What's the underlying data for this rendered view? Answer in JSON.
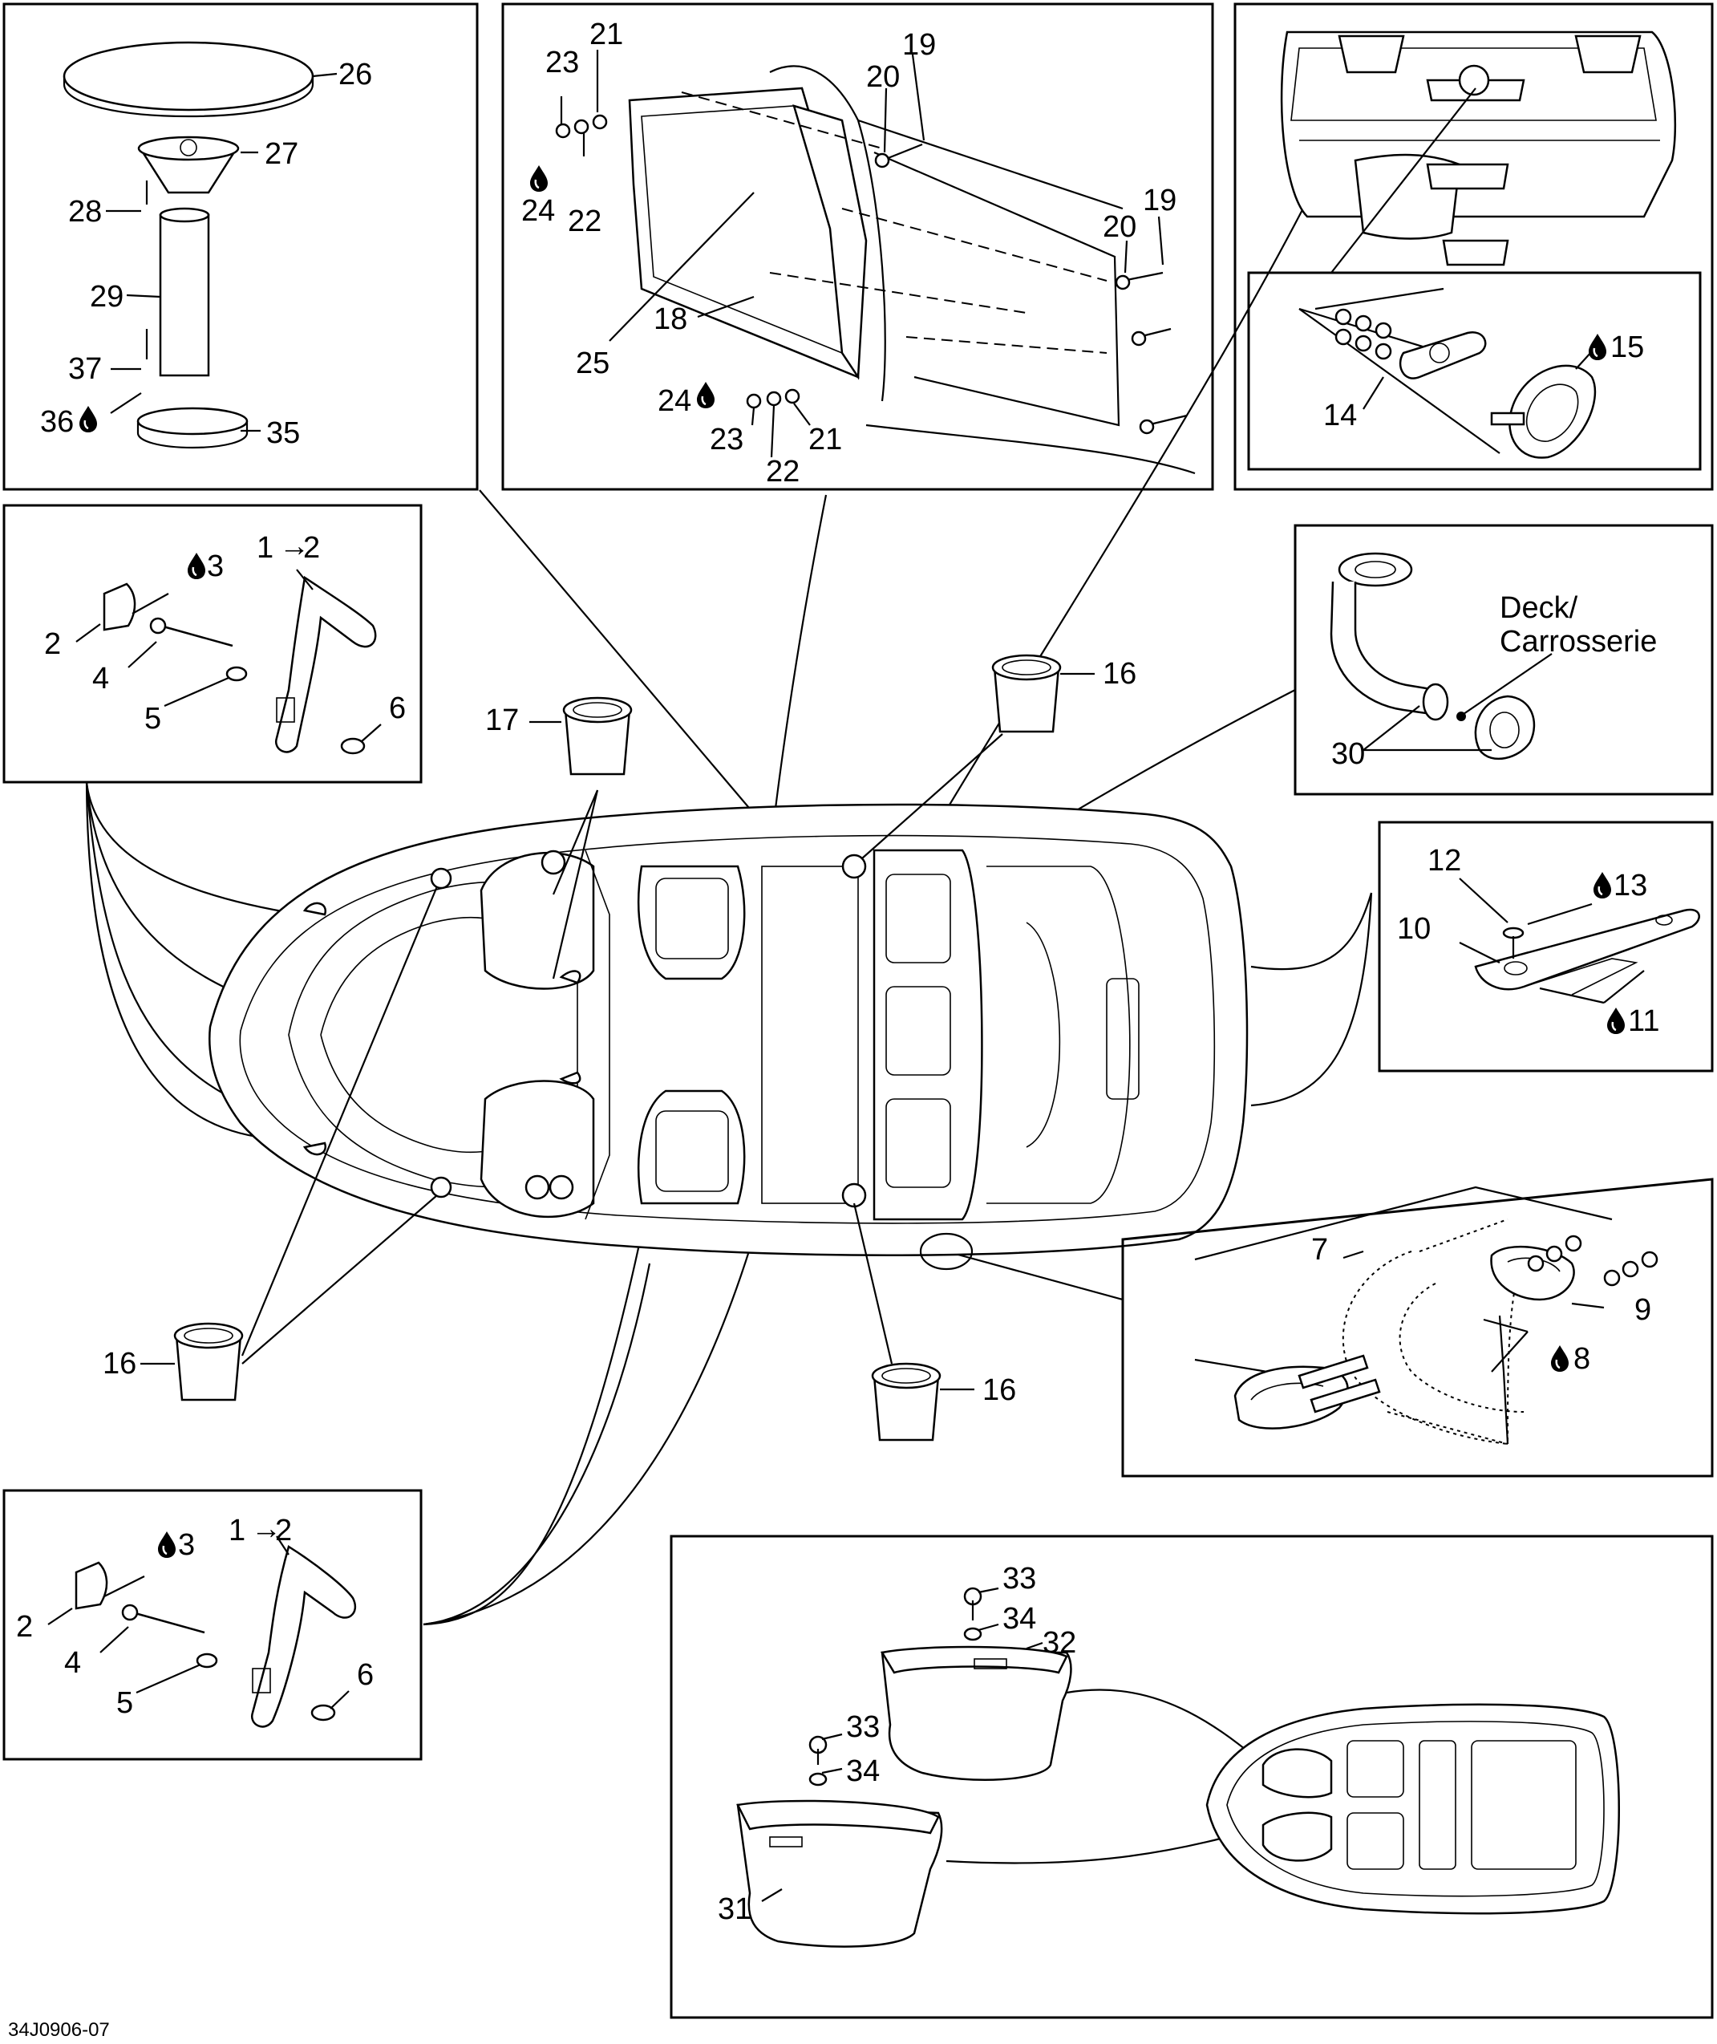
{
  "figure_code": "34J0906-07",
  "deck_note": {
    "line1": "Deck/",
    "line2": "Carrosserie"
  },
  "drop_icon": "sealant-drop-icon",
  "labels": {
    "tl": [
      "26",
      "27",
      "28",
      "29",
      "37",
      "36",
      "35"
    ],
    "tc": [
      "21",
      "23",
      "19",
      "20",
      "24",
      "22",
      "20",
      "19",
      "25",
      "18",
      "24",
      "23",
      "22",
      "21"
    ],
    "tr": [
      "15",
      "14"
    ],
    "handle_top": [
      "3",
      "1",
      "2",
      "2",
      "4",
      "5",
      "6"
    ],
    "handle_bot": [
      "3",
      "1",
      "2",
      "2",
      "4",
      "5",
      "6"
    ],
    "cups": [
      "17",
      "16",
      "16",
      "16"
    ],
    "drain": [
      "30"
    ],
    "cleat": [
      "12",
      "13",
      "10",
      "11"
    ],
    "bow": [
      "7",
      "9",
      "8"
    ],
    "bins": [
      "33",
      "34",
      "32",
      "33",
      "34",
      "31"
    ]
  }
}
